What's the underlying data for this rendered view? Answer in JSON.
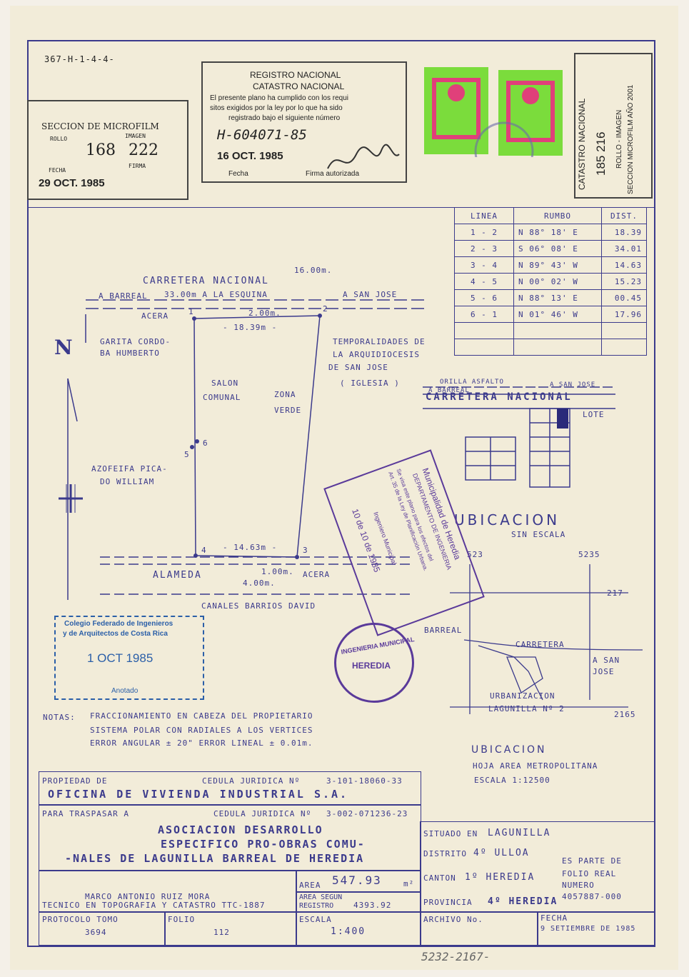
{
  "header": {
    "ref": "367-H-1-4-4-",
    "microfilm": {
      "title": "SECCION DE MICROFILM",
      "rollo_label": "ROLLO",
      "rollo": "168",
      "imagen_label": "IMAGEN",
      "imagen": "222",
      "fecha_label": "FECHA",
      "firma_label": "FIRMA",
      "fecha": "29 OCT. 1985"
    },
    "registro": {
      "title1": "REGISTRO NACIONAL",
      "title2": "CATASTRO NACIONAL",
      "text1": "El presente plano ha cumplido con los requi",
      "text2": "sitos exigidos por la ley por lo que ha sido",
      "text3": "registrado bajo el siguiente número",
      "numero": "H-604071-85",
      "fecha": "16 OCT. 1985",
      "fecha_label": "Fecha",
      "firma_label": "Firma autorizada"
    },
    "catastro": {
      "line1": "CATASTRO NACIONAL",
      "number": "185 216",
      "line2": "ROLLO - IMAGEN",
      "line3": "SECCION MICROFILM AÑO 2001"
    }
  },
  "rumbo_table": {
    "headers": [
      "LINEA",
      "RUMBO",
      "DIST."
    ],
    "rows": [
      [
        "1 - 2",
        "N 88° 18' E",
        "18.39"
      ],
      [
        "2 - 3",
        "S 06° 08' E",
        "34.01"
      ],
      [
        "3 - 4",
        "N 89° 43' W",
        "14.63"
      ],
      [
        "4 - 5",
        "N 00° 02' W",
        "15.23"
      ],
      [
        "5 - 6",
        "N 88° 13' E",
        "00.45"
      ],
      [
        "6 - 1",
        "N 01° 46' W",
        "17.96"
      ]
    ]
  },
  "plan": {
    "carretera": "CARRETERA NACIONAL",
    "d16": "16.00m.",
    "barreal": "A BARREAL",
    "d33": "33.00m A LA ESQUINA",
    "sanjose": "A SAN JOSE",
    "acera_top": "ACERA",
    "d2": "2.00m.",
    "d1839": "- 18.39m -",
    "garita": "GARITA CORDO-",
    "garita2": "BA HUMBERTO",
    "temporal1": "TEMPORALIDADES DE",
    "temporal2": "LA ARQUIDIOCESIS",
    "temporal3": "DE SAN JOSE",
    "iglesia": "( IGLESIA )",
    "salon1": "SALON",
    "salon2": "COMUNAL",
    "zona1": "ZONA",
    "zona2": "VERDE",
    "azofeifa1": "AZOFEIFA PICA-",
    "azofeifa2": "DO WILLIAM",
    "d1463": "- 14.63m -",
    "alameda": "ALAMEDA",
    "d100": "1.00m.",
    "d400": "4.00m.",
    "acera_bot": "ACERA",
    "canales": "CANALES BARRIOS DAVID",
    "north": "N",
    "v1": "1",
    "v2": "2",
    "v3": "3",
    "v4": "4",
    "v5": "5",
    "v6": "6"
  },
  "ubicacion1": {
    "orilla": "ORILLA ASFALTO",
    "barreal": "A BARREAL",
    "sanjose": "A SAN JOSE",
    "carretera": "CARRETERA NACIONAL",
    "lote": "LOTE",
    "title": "UBICACION",
    "sub": "SIN ESCALA"
  },
  "ubicacion2": {
    "c523": "523",
    "c5235": "5235",
    "c217": "217",
    "c2165": "2165",
    "barreal": "BARREAL",
    "carretera": "CARRETERA",
    "asanjose1": "A SAN",
    "asanjose2": "JOSE",
    "urb1": "URBANIZACION",
    "urb2": "LAGUNILLA Nº 2",
    "title": "UBICACION",
    "hoja": "HOJA AREA METROPOLITANA",
    "escala": "ESCALA 1:12500"
  },
  "stamps": {
    "colegio1": "Colegio Federado de Ingenieros",
    "colegio2": "y de Arquitectos de Costa Rica",
    "colegio_fecha": "1 OCT 1985",
    "colegio_anotado": "Anotado",
    "ingenieria": "INGENIERIA MUNICIPAL",
    "heredia": "HEREDIA",
    "muni": "Municipalidad de Heredia",
    "dept": "DEPARTAMENTO DE INGENIERIA",
    "visado1": "Se visa este plano para los efectos del",
    "visado2": "Art. 35 de la Ley de Planificación Urbana.",
    "ingmun": "Ingeniero Municipal",
    "fecha": "10 de 10 de 1985"
  },
  "notas": {
    "label": "NOTAS:",
    "n1": "FRACCIONAMIENTO EN CABEZA DEL PROPIETARIO",
    "n2": "SISTEMA POLAR CON RADIALES A LOS VERTICES",
    "n3": "ERROR ANGULAR ± 20\" ERROR LINEAL ± 0.01m."
  },
  "titleblock": {
    "propiedad_label": "PROPIEDAD DE",
    "cedula1_label": "CEDULA JURIDICA Nº",
    "cedula1": "3-101-18060-33",
    "propiedad": "OFICINA DE VIVIENDA INDUSTRIAL S.A.",
    "traspasar_label": "PARA TRASPASAR A",
    "cedula2_label": "CEDULA JURIDICA Nº",
    "cedula2": "3-002-071236-23",
    "asoc1": "ASOCIACION DESARROLLO",
    "asoc2": "ESPECIFICO PRO-OBRAS COMU-",
    "asoc3": "-NALES DE LAGUNILLA BARREAL DE HEREDIA",
    "situado_label": "SITUADO EN",
    "situado": "LAGUNILLA",
    "distrito_label": "DISTRITO",
    "distrito": "4º ULLOA",
    "canton_label": "CANTON",
    "canton": "1º HEREDIA",
    "provincia_label": "PROVINCIA",
    "provincia": "4º HEREDIA",
    "folio1": "ES PARTE DE",
    "folio2": "FOLIO REAL",
    "folio3": "NUMERO",
    "folio4": "4057887-000",
    "area_label": "AREA",
    "area": "547.93",
    "area_unit": "m²",
    "area_reg_label1": "AREA SEGUN",
    "area_reg_label2": "REGISTRO",
    "area_reg": "4393.92",
    "tecnico1": "MARCO ANTONIO RUIZ MORA",
    "tecnico2": "TECNICO EN TOPOGRAFIA Y CATASTRO TTC-1887",
    "protocolo_label": "PROTOCOLO TOMO",
    "tomo": "3694",
    "folio_label": "FOLIO",
    "folio": "112",
    "escala_label": "ESCALA",
    "escala": "1:400",
    "archivo_label": "ARCHIVO No.",
    "fecha_label": "FECHA",
    "fecha": "9 SETIEMBRE DE 1985"
  },
  "footer": {
    "note": "5232-2167-"
  }
}
